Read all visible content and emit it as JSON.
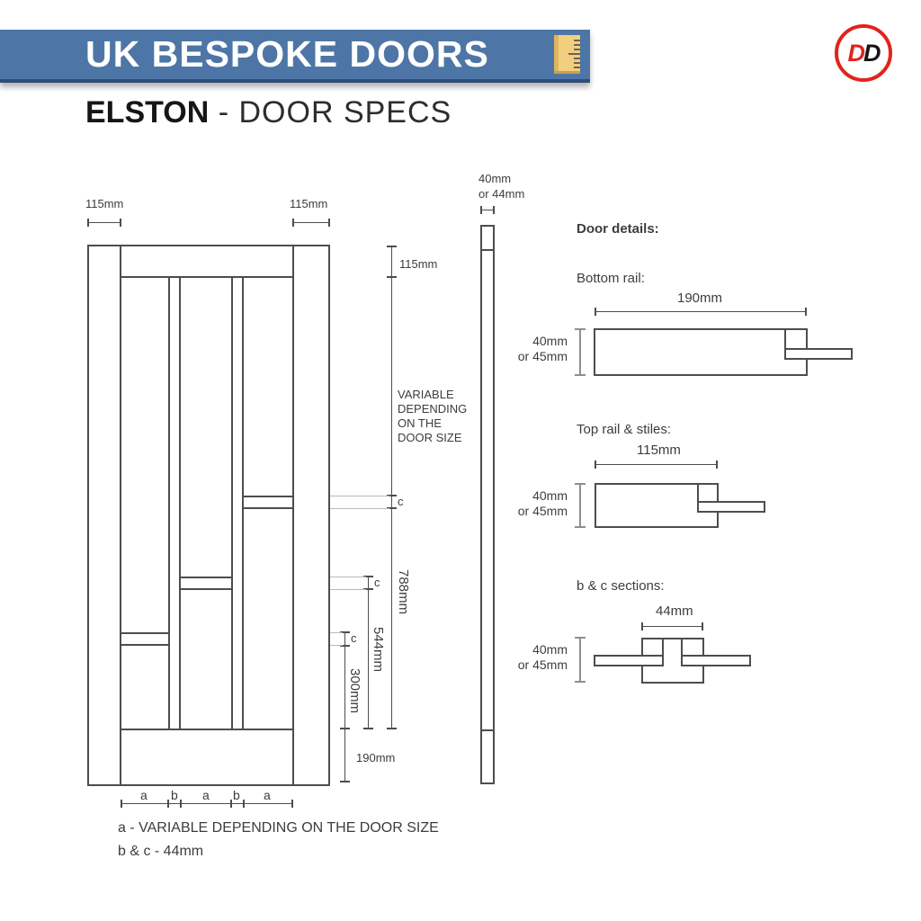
{
  "header": {
    "banner_title": "UK BESPOKE DOORS"
  },
  "logo": {
    "d1": "D",
    "d2": "D"
  },
  "title": {
    "model": "ELSTON",
    "rest": " - DOOR SPECS"
  },
  "elevation": {
    "stile_dim_left": "115mm",
    "stile_dim_right": "115mm",
    "top_rail_dim": "115mm",
    "variable_lines": [
      "VARIABLE",
      "DEPENDING",
      "ON THE",
      "DOOR SIZE"
    ],
    "c1": "c",
    "c2": "c",
    "c3": "c",
    "dim_788": "788mm",
    "dim_544": "544mm",
    "dim_300": "300mm",
    "dim_190": "190mm",
    "bottom_labels": [
      "a",
      "b",
      "a",
      "b",
      "a"
    ]
  },
  "side_profile": {
    "thickness_line1": "40mm",
    "thickness_line2": "or 44mm"
  },
  "details": {
    "heading": "Door details:",
    "bottom_rail": {
      "label": "Bottom rail:",
      "width_dim": "190mm",
      "thickness_line1": "40mm",
      "thickness_line2": "or 45mm"
    },
    "top_rail": {
      "label": "Top rail & stiles:",
      "width_dim": "115mm",
      "thickness_line1": "40mm",
      "thickness_line2": "or 45mm"
    },
    "bc_sections": {
      "label": "b & c sections:",
      "width_dim": "44mm",
      "thickness_line1": "40mm",
      "thickness_line2": "or 45mm"
    }
  },
  "notes": {
    "line1": "a - VARIABLE DEPENDING ON THE DOOR SIZE",
    "line2": "b & c - 44mm"
  },
  "colors": {
    "banner_blue": "#4d76a6",
    "banner_edge": "#2e4e77",
    "logo_red": "#e1241b",
    "ruler_yellow": "#f2cf7e",
    "line_dark": "#4d4d4d",
    "extension_gray": "#b9b9b9"
  }
}
